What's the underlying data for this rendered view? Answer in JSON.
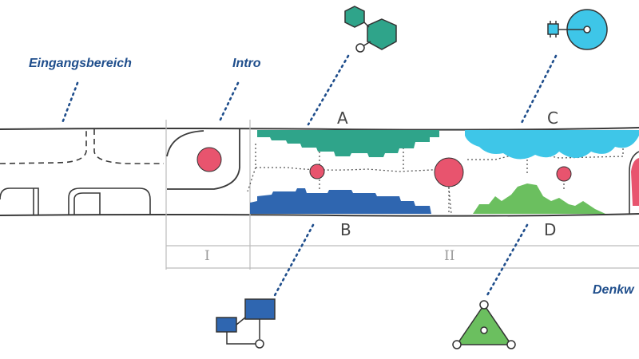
{
  "labels": {
    "entrance": "Eingangsbereich",
    "intro": "Intro",
    "denkw": "Denkw"
  },
  "zones": {
    "a": "A",
    "b": "B",
    "c": "C",
    "d": "D"
  },
  "sections": {
    "one": "I",
    "two": "II"
  },
  "colors": {
    "teal": "#2fa48a",
    "blue": "#2f66b0",
    "cyan": "#3ec6e8",
    "green": "#6bbf5f",
    "pink": "#e8546e",
    "label": "#1f4e8c",
    "line": "#3a3a3a"
  },
  "icons": {
    "a": "hexagon-molecule-icon",
    "b": "block-diagram-icon",
    "c": "microchip-target-icon",
    "d": "triangle-network-icon"
  }
}
